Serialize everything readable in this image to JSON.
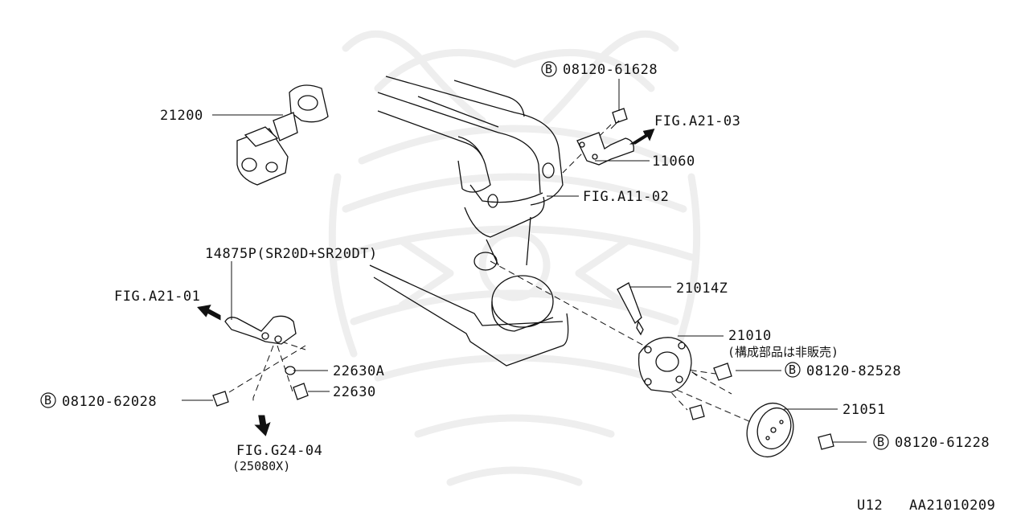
{
  "diagram": {
    "labels": {
      "thermostat_housing": "21200",
      "bolt_top": "08120-61628",
      "fig_a21_03": "FIG.A21-03",
      "water_outlet": "11060",
      "fig_a11_02": "FIG.A11-02",
      "hose_pipe": "14875P(SR20D+SR20DT)",
      "fig_a21_01": "FIG.A21-01",
      "washer": "22630A",
      "sensor": "22630",
      "bolt_left": "08120-62028",
      "fig_g24_04": "FIG.G24-04",
      "fig_g24_04_sub": "(25080X)",
      "gasket": "21014Z",
      "water_pump": "21010",
      "water_pump_note": "(構成部品は非販売)",
      "bolt_pump": "08120-82528",
      "pulley": "21051",
      "bolt_pulley": "08120-61228",
      "footer_left": "U12",
      "footer_right": "AA21010209"
    },
    "bolt_marker": "B"
  }
}
